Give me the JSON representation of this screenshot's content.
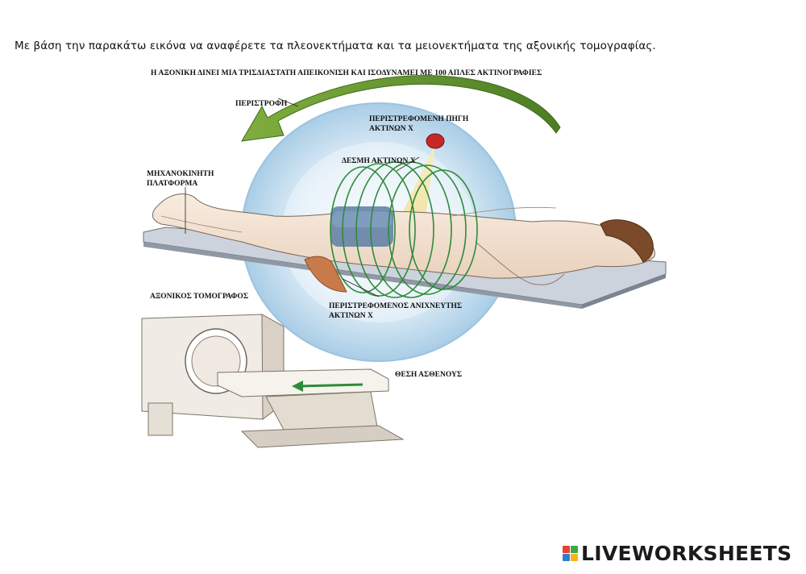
{
  "instruction": "Με βάση την παρακάτω εικόνα να αναφέρετε τα πλεονεκτήματα και τα μειονεκτήματα της αξονικής τομογραφίας.",
  "figure": {
    "title": "Η ΑΞΟΝΙΚΗ ΔΙΝΕΙ ΜΙΑ ΤΡΙΣΔΙΑΣΤΑΤΗ ΑΠΕΙΚΟΝΙΣΗ ΚΑΙ ΙΣΟΔΥΝΑΜΕΙ ΜΕ 100 ΑΠΛΕΣ ΑΚΤΙΝΟΓΡΑΦΙΕΣ",
    "labels": {
      "rotation": "ΠΕΡΙΣΤΡΟΦΗ",
      "source_line1": "ΠΕΡΙΣΤΡΕΦΟΜΕΝΗ ΠΗΓΗ",
      "source_line2": "ΑΚΤΙΝΩΝ Χ",
      "beam": "ΔΕΣΜΗ ΑΚΤΙΝΩΝ Χ",
      "platform_line1": "ΜΗΧΑΝΟΚΙΝΗΤΗ",
      "platform_line2": "ΠΛΑΤΦΟΡΜΑ",
      "scanner": "ΑΞΟΝΙΚΟΣ ΤΟΜΟΓΡΑΦΟΣ",
      "detector_line1": "ΠΕΡΙΣΤΡΕΦΟΜΕΝΟΣ ΑΝΙΧΝΕΥΤΗΣ",
      "detector_line2": "ΑΚΤΙΝΩΝ Χ",
      "patient_position": "ΘΕΣΗ ΑΣΘΕΝΟΥΣ"
    }
  },
  "branding": {
    "logo_text": "LIVEWORKSHEETS",
    "logo_colors": [
      "#e8412c",
      "#3aa84b",
      "#2f7fd0",
      "#f2b61b"
    ]
  },
  "colors": {
    "ring_blue": "#bcd8ec",
    "arrow_green": "#5e8f2b",
    "coil_green": "#2f8a3a",
    "beam_yellow": "#f3e4a0",
    "source_red": "#c62828",
    "detector_brown": "#c97a4a"
  }
}
